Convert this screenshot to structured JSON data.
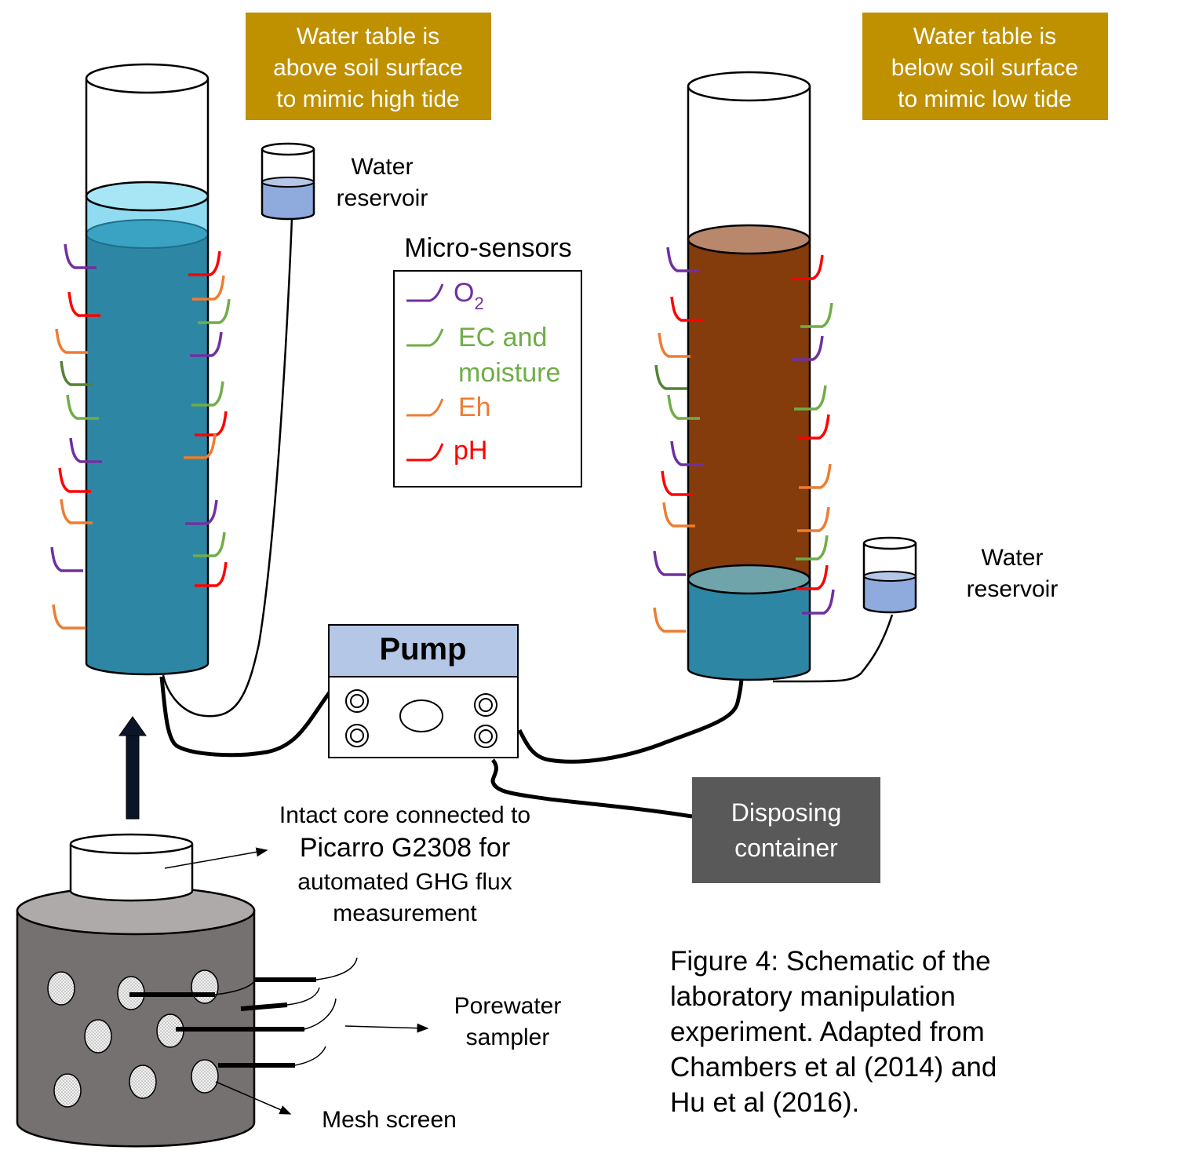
{
  "banners": {
    "high_tide": [
      "Water table is",
      "above soil surface",
      "to mimic high tide"
    ],
    "low_tide": [
      "Water table is",
      "below soil surface",
      "to mimic low tide"
    ]
  },
  "reservoir_left": [
    "Water",
    "reservoir"
  ],
  "reservoir_right": [
    "Water",
    "reservoir"
  ],
  "legend": {
    "title": "Micro-sensors",
    "o2_main": "O",
    "o2_sub": "2",
    "ec_line1": "EC and",
    "ec_line2": "moisture",
    "eh": "Eh",
    "ph": "pH"
  },
  "pump": {
    "label": "Pump"
  },
  "disposing": [
    "Disposing",
    "container"
  ],
  "core_text": [
    "Intact core connected to",
    "Picarro G2308 for",
    "automated  GHG flux",
    "measurement"
  ],
  "porewater": [
    "Porewater",
    "sampler"
  ],
  "mesh": "Mesh screen",
  "caption": [
    "Figure 4: Schematic of the",
    "laboratory manipulation",
    "experiment. Adapted from",
    "Chambers et al (2014) and",
    "Hu et al (2016)."
  ],
  "colors": {
    "o2": "#7030a0",
    "ec": "#70ad47",
    "ec_dark": "#548235",
    "eh": "#ed7d31",
    "ph": "#ff0000",
    "water": "#2e86a5",
    "water_light": "#8fdcf2",
    "soil": "#843c0c",
    "soil_top": "#b9876b",
    "banner": "#bf9000",
    "pump_header": "#b4c7e7",
    "reservoir_water": "#8faadc",
    "disposing": "#595959",
    "core_body": "#757171"
  }
}
